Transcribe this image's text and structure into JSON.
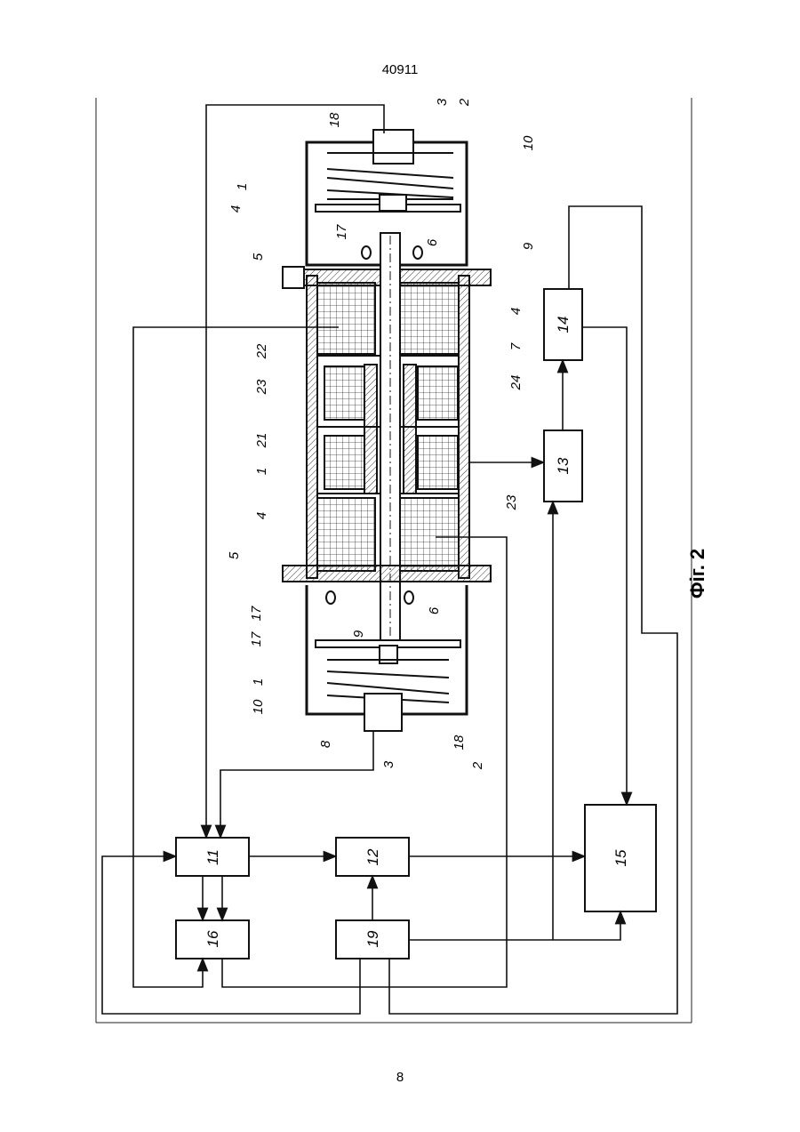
{
  "document": {
    "number": "40911",
    "page": "8"
  },
  "figure": {
    "caption": "Фіг. 2"
  },
  "blocks": [
    {
      "id": "b11",
      "label": "11"
    },
    {
      "id": "b12",
      "label": "12"
    },
    {
      "id": "b13",
      "label": "13"
    },
    {
      "id": "b14",
      "label": "14"
    },
    {
      "id": "b15",
      "label": "15"
    },
    {
      "id": "b16",
      "label": "16"
    },
    {
      "id": "b19",
      "label": "19"
    }
  ],
  "callouts": [
    "1",
    "2",
    "3",
    "4",
    "5",
    "6",
    "7",
    "8",
    "9",
    "10",
    "17",
    "18",
    "21",
    "22",
    "23",
    "24"
  ],
  "colors": {
    "ink": "#1a1a1a",
    "paper": "#ffffff",
    "hatch": "#555555"
  }
}
